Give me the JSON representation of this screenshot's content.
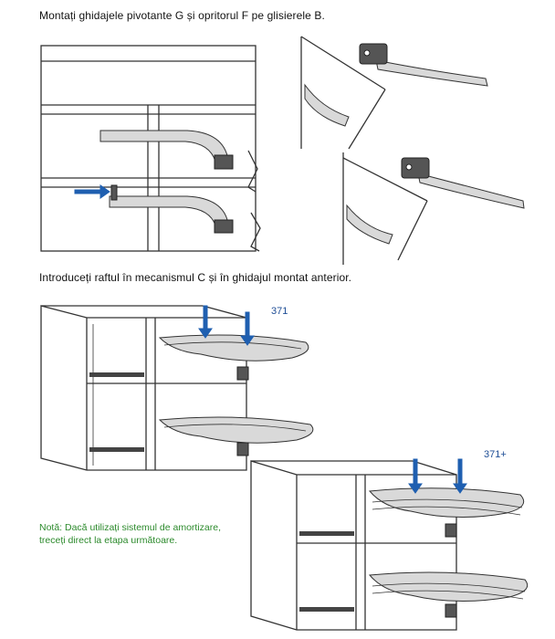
{
  "steps": {
    "step1_caption": "Montați ghidajele pivotante G și opritorul F pe glisierele B.",
    "step2_caption": "Introduceți raftul în mecanismul C și în ghidajul montat anterior.",
    "label_371": "371",
    "label_371plus": "371+",
    "note_line1": "Notă: Dacă utilizați sistemul de amortizare,",
    "note_line2": "treceți direct la etapa următoare."
  },
  "colors": {
    "arrow": "#1f5fb0",
    "label": "#1f4e96",
    "note": "#2c8a2c"
  }
}
